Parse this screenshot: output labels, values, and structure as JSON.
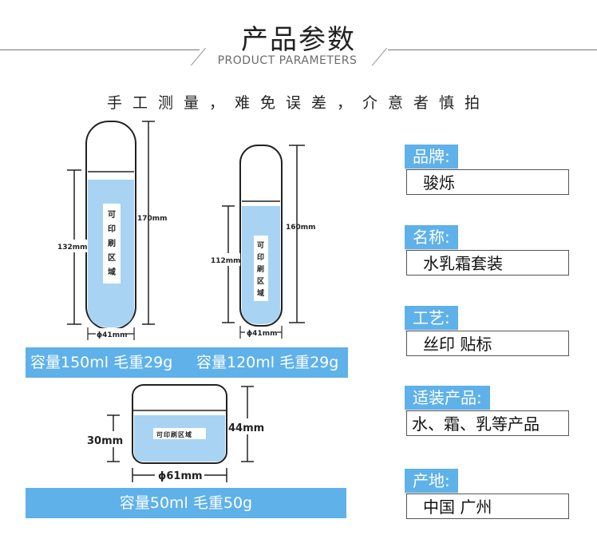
{
  "header": {
    "title": "产品参数",
    "subtitle_en": "PRODUCT PARAMETERS",
    "notice": "手工测量，难免误差，介意者慎拍"
  },
  "bottles": [
    {
      "print_area": "可印刷区域",
      "height_total": "170mm",
      "height_body": "132mm",
      "diameter": "ϕ41mm"
    },
    {
      "print_area": "可印刷区域",
      "height_total": "160mm",
      "height_body": "112mm",
      "diameter": "ϕ41mm"
    }
  ],
  "bottle_captions": {
    "left": "容量150ml  毛重29g",
    "right": "容量120ml  毛重29g"
  },
  "jar": {
    "print_area": "可印刷区域",
    "height_total": "44mm",
    "height_body": "30mm",
    "diameter": "ϕ61mm",
    "caption": "容量50ml  毛重50g"
  },
  "specs": [
    {
      "label": "品牌:",
      "value": "骏烁"
    },
    {
      "label": "名称:",
      "value": "水乳霜套装"
    },
    {
      "label": "工艺:",
      "value": "丝印 贴标"
    },
    {
      "label": "适装产品:",
      "value": "水、霜、乳等产品"
    },
    {
      "label": "产地:",
      "value": "中国 广州"
    }
  ],
  "colors": {
    "accent": "#5fb1ea",
    "bottle_fill": "#a8d3f3",
    "outline": "#222222"
  }
}
